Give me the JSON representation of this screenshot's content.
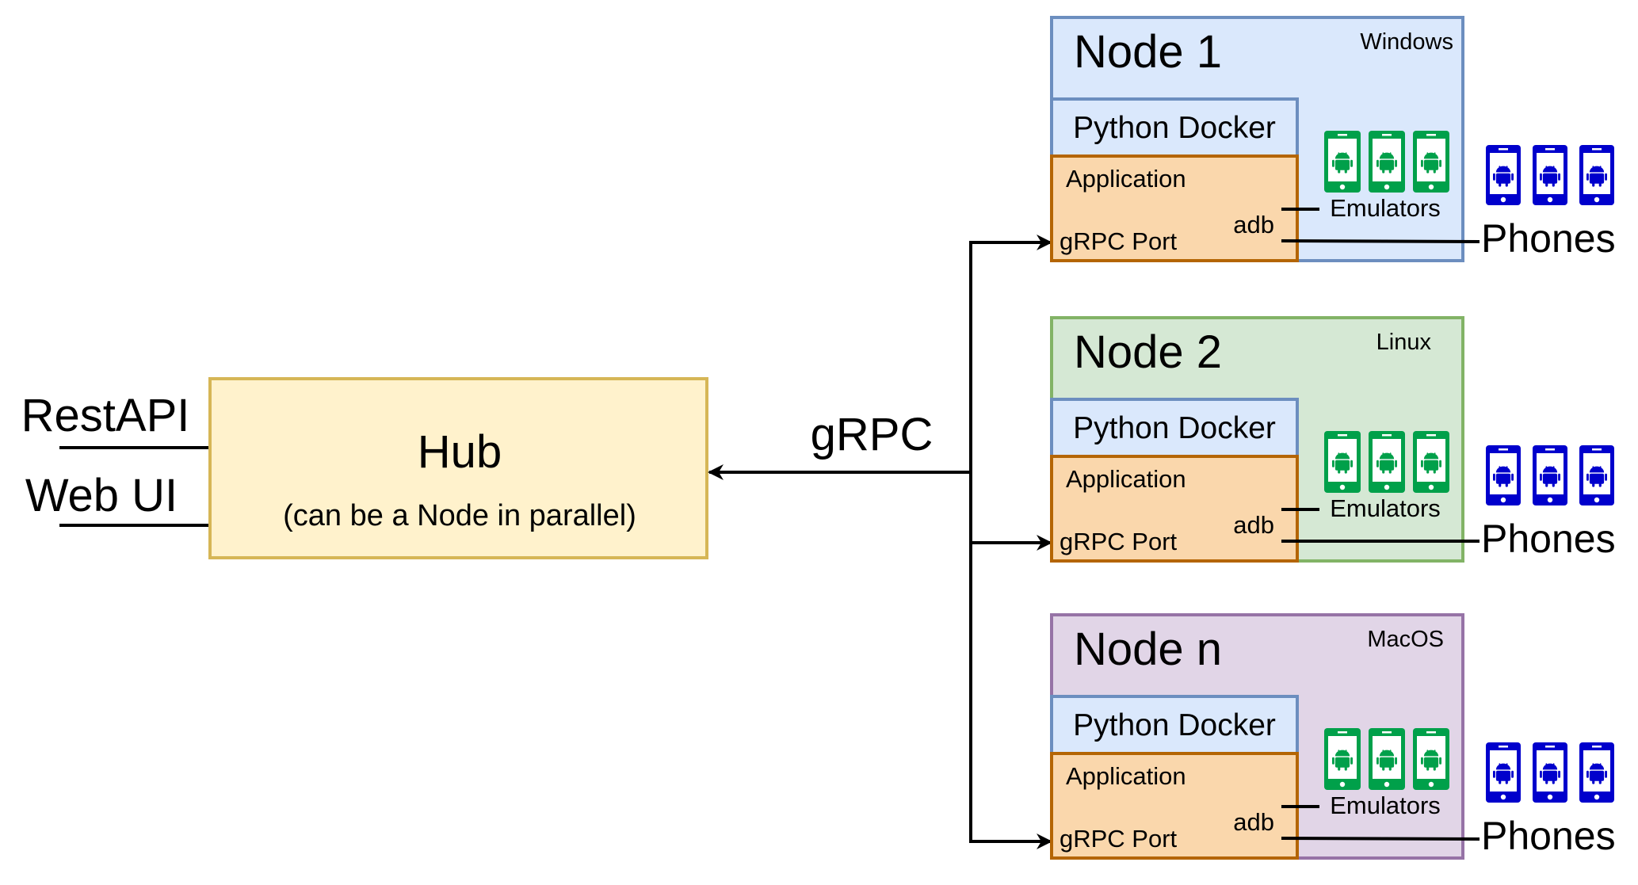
{
  "inputs": [
    "RestAPI",
    "Web UI"
  ],
  "hub": {
    "title": "Hub",
    "subtitle": "(can be a Node in parallel)"
  },
  "link_label": "gRPC",
  "nodes": [
    {
      "title": "Node 1",
      "os": "Windows",
      "docker": "Python Docker",
      "app": "Application",
      "port": "gRPC Port",
      "adb": "adb",
      "emulators": "Emulators",
      "phones": "Phones"
    },
    {
      "title": "Node 2",
      "os": "Linux",
      "docker": "Python Docker",
      "app": "Application",
      "port": "gRPC Port",
      "adb": "adb",
      "emulators": "Emulators",
      "phones": "Phones"
    },
    {
      "title": "Node n",
      "os": "MacOS",
      "docker": "Python Docker",
      "app": "Application",
      "port": "gRPC Port",
      "adb": "adb",
      "emulators": "Emulators",
      "phones": "Phones"
    }
  ],
  "colors": {
    "hub_fill": "#fff2cc",
    "hub_stroke": "#d6b656",
    "node_fills": [
      "#dae8fc",
      "#d5e8d4",
      "#e1d5e7"
    ],
    "node_strokes": [
      "#6c8ebf",
      "#82b366",
      "#9673a6"
    ],
    "docker_fill": "#dae8fc",
    "docker_stroke": "#6c8ebf",
    "app_fill": "#fad7ac",
    "app_stroke": "#b46504",
    "emulator_color": "#00a04a",
    "phone_color": "#0000cc",
    "line": "#000000"
  },
  "icons": {
    "emulator": "android-tablet-icon",
    "phone": "android-phone-icon"
  }
}
